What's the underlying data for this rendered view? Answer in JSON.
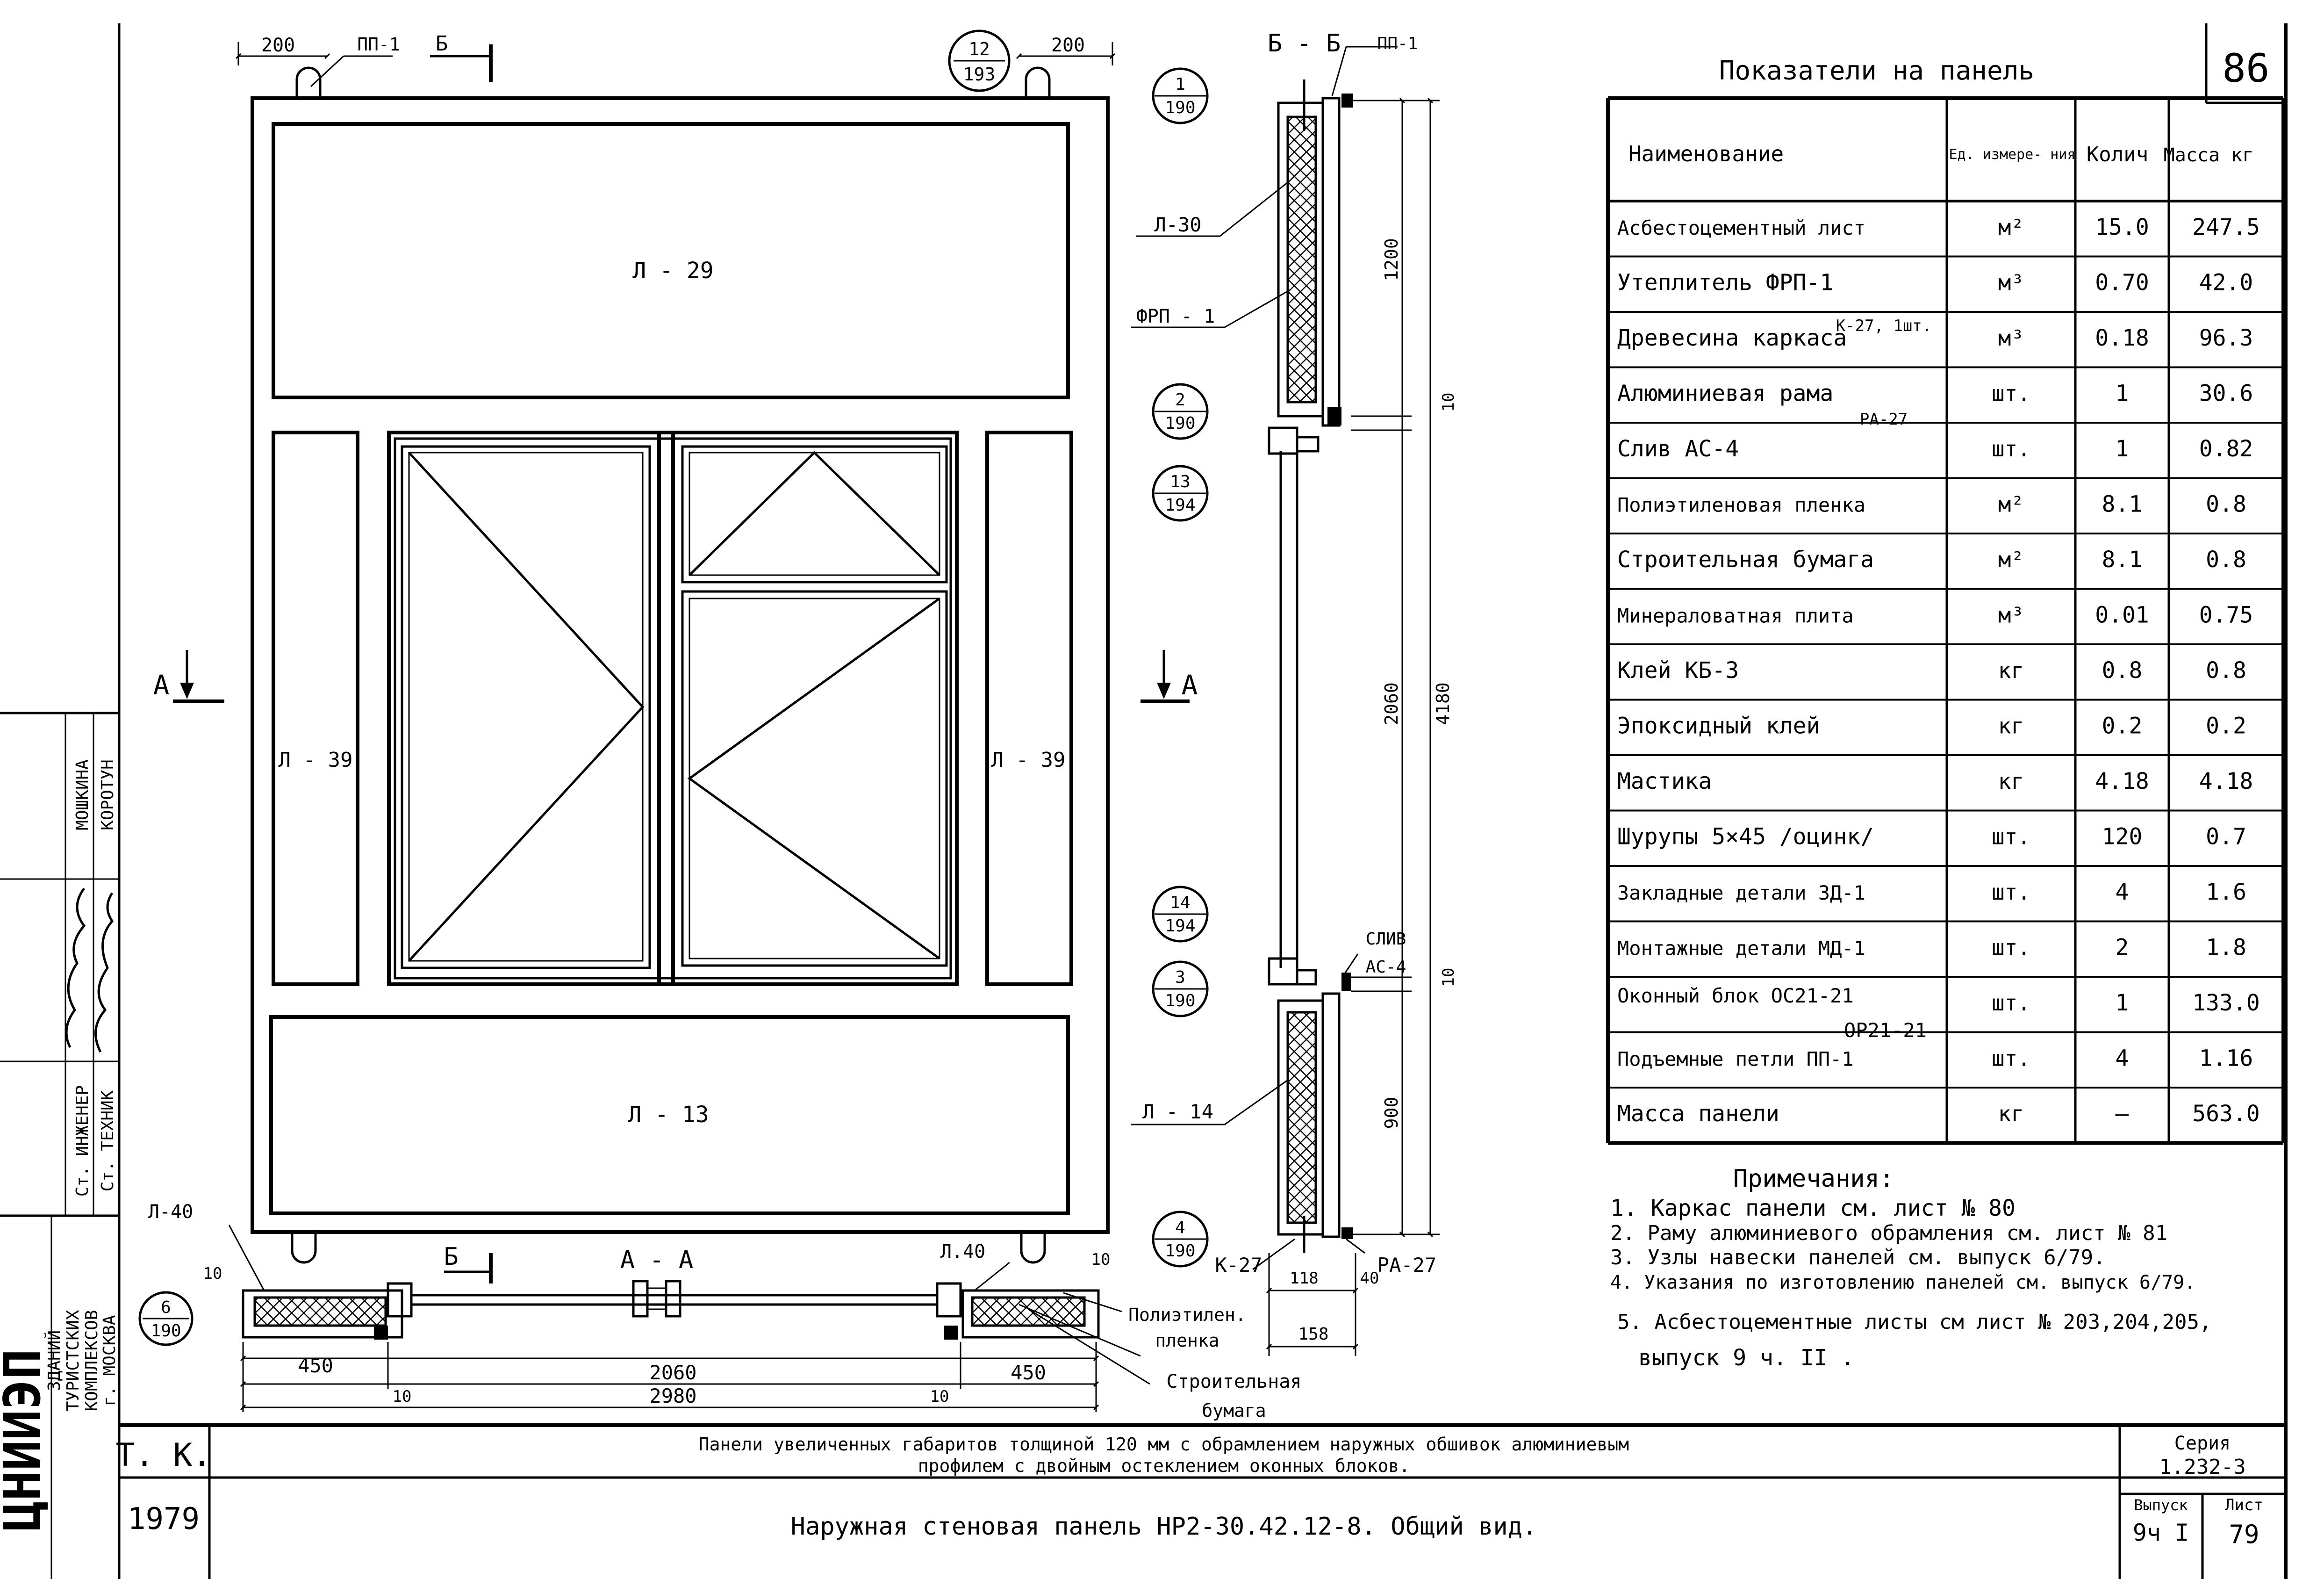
{
  "sheet_number": "86",
  "stamp": {
    "code": "ЦНИИЭП",
    "org_lines": [
      "ЗДАНИЙ",
      "ТУРИСТСКИХ",
      "КОМПЛЕКСОВ",
      "г. МОСКВА"
    ],
    "roles": [
      "Ст. ИНЖЕНЕР",
      "Ст. ТЕХНИК"
    ],
    "names": [
      "МОШКИНА",
      "КОРОТУН"
    ]
  },
  "elevation": {
    "dims": {
      "top_left": "200",
      "top_right": "200"
    },
    "loop_label": "ПП-1",
    "section_bb": "Б",
    "section_aa": "А",
    "circle_12_193": [
      "12",
      "193"
    ],
    "panels": {
      "top": "Л - 29",
      "left": "Л - 39",
      "right": "Л - 39",
      "bottom": "Л - 13"
    }
  },
  "plan_aa": {
    "title": "А - А",
    "section_b": "Б",
    "circle": [
      "6",
      "190"
    ],
    "labels": {
      "l40_left": "Л-40",
      "l40_right": "Л.40",
      "dim_left_gap": "10",
      "dim_right_gap": "10",
      "poly_1": "Полиэтилен.",
      "poly_2": "пленка",
      "paper_1": "Строительная",
      "paper_2": "бумага"
    },
    "dims": {
      "left": "450",
      "middle": "2060",
      "right": "450",
      "total": "2980",
      "small_left": "10",
      "small_right": "10"
    }
  },
  "section_bb": {
    "title": "Б - Б",
    "loop_label": "ПП-1",
    "circles": [
      [
        "1",
        "190"
      ],
      [
        "2",
        "190"
      ],
      [
        "13",
        "194"
      ],
      [
        "14",
        "194"
      ],
      [
        "3",
        "190"
      ],
      [
        "4",
        "190"
      ]
    ],
    "labels": {
      "l30": "Л-30",
      "frp": "ФРП - 1",
      "l14": "Л - 14",
      "sliv_1": "СЛИВ",
      "sliv_2": "АС-4",
      "k27": "К-27",
      "ra27": "РА-27"
    },
    "dims": {
      "d1200": "1200",
      "d10_top": "10",
      "d2060": "2060",
      "d4180": "4180",
      "d10_bot": "10",
      "d900": "900",
      "d118": "118",
      "d40": "40",
      "d158": "158"
    }
  },
  "indicators": {
    "title": "Показатели на панель",
    "columns": [
      "Наименование",
      "Ед. измере- ния",
      "Колич",
      "Масса кг"
    ],
    "rows": [
      [
        "Асбестоцементный лист",
        "м²",
        "15.0",
        "247.5"
      ],
      [
        "Утеплитель ФРП-1",
        "м³",
        "0.70",
        "42.0"
      ],
      [
        "Древесина каркаса",
        "м³",
        "0.18",
        "96.3"
      ],
      [
        "Алюминиевая рама",
        "шт.",
        "1",
        "30.6"
      ],
      [
        "Слив АС-4",
        "шт.",
        "1",
        "0.82"
      ],
      [
        "Полиэтиленовая пленка",
        "м²",
        "8.1",
        "0.8"
      ],
      [
        "Строительная бумага",
        "м²",
        "8.1",
        "0.8"
      ],
      [
        "Минераловатная плита",
        "м³",
        "0.01",
        "0.75"
      ],
      [
        "Клей КБ-3",
        "кг",
        "0.8",
        "0.8"
      ],
      [
        "Эпоксидный клей",
        "кг",
        "0.2",
        "0.2"
      ],
      [
        "Мастика",
        "кг",
        "4.18",
        "4.18"
      ],
      [
        "Шурупы 5×45 /оцинк/",
        "шт.",
        "120",
        "0.7"
      ],
      [
        "Закладные детали ЗД-1",
        "шт.",
        "4",
        "1.6"
      ],
      [
        "Монтажные детали МД-1",
        "шт.",
        "2",
        "1.8"
      ],
      [
        "Оконный блок ОС21-21",
        "шт.",
        "1",
        "133.0"
      ],
      [
        "Подъемные петли ПП-1",
        "шт.",
        "4",
        "1.16"
      ],
      [
        "Масса панели",
        "кг",
        "—",
        "563.0"
      ]
    ],
    "row_extras": {
      "k27": "К-27, 1шт.",
      "ra27": "РА-27",
      "window2": "ОР21-21"
    }
  },
  "notes": {
    "title": "Примечания:",
    "items": [
      "1. Каркас панели см. лист № 80",
      "2. Раму алюминиевого обрамления см. лист № 81",
      "3. Узлы навески панелей см. выпуск 6/79.",
      "4. Указания по изготовлению панелей см. выпуск 6/79.",
      "5. Асбестоцементные листы см лист № 203,204,205,",
      "выпуск 9 ч. II ."
    ]
  },
  "title_block": {
    "tk": "Т. К.",
    "year": "1979",
    "line1": "Панели увеличенных габаритов толщиной 120 мм с обрамлением наружных обшивок алюминиевым",
    "line2": "профилем с двойным остеклением оконных блоков.",
    "line3": "Наружная стеновая панель НР2-30.42.12-8. Общий вид.",
    "series_label": "Серия",
    "series": "1.232-3",
    "issue_label": "Выпуск",
    "issue": "9ч I",
    "sheet_label": "Лист",
    "sheet": "79"
  }
}
